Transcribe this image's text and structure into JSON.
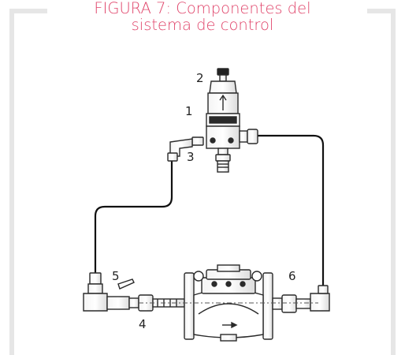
{
  "figure": {
    "caption_line1": "FIGURA 7: Componentes del",
    "caption_line2": "sistema de control",
    "callouts": [
      "1",
      "2",
      "3",
      "4",
      "5",
      "6"
    ]
  },
  "colors": {
    "caption": "#e0446a",
    "frame": "#e6e6e6",
    "line_art": "#2a2a2a",
    "tubing": "#111111"
  }
}
